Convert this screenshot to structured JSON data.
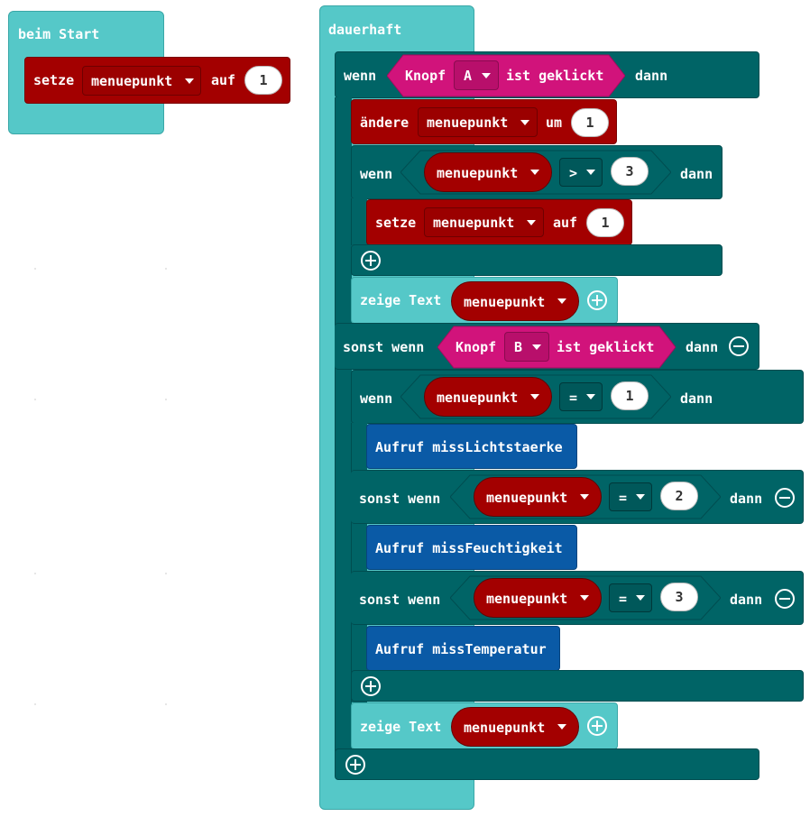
{
  "events": {
    "on_start": "beim Start",
    "forever": "dauerhaft"
  },
  "start_set": {
    "kw": "setze",
    "var": "menuepunkt",
    "to": "auf",
    "value": "1"
  },
  "if_a": {
    "kw": "wenn",
    "btn": "Knopf",
    "key": "A",
    "clicked": "ist geklickt",
    "then": "dann"
  },
  "change": {
    "kw": "ändere",
    "var": "menuepunkt",
    "by": "um",
    "value": "1"
  },
  "if_gt": {
    "kw": "wenn",
    "var": "menuepunkt",
    "op": ">",
    "value": "3",
    "then": "dann"
  },
  "reset_set": {
    "kw": "setze",
    "var": "menuepunkt",
    "to": "auf",
    "value": "1"
  },
  "show1": {
    "kw": "zeige Text",
    "var": "menuepunkt"
  },
  "elif_b": {
    "kw": "sonst wenn",
    "btn": "Knopf",
    "key": "B",
    "clicked": "ist geklickt",
    "then": "dann"
  },
  "cond1": {
    "kw": "wenn",
    "var": "menuepunkt",
    "op": "=",
    "value": "1",
    "then": "dann"
  },
  "call1": {
    "text": "Aufruf missLichtstaerke"
  },
  "cond2": {
    "kw": "sonst wenn",
    "var": "menuepunkt",
    "op": "=",
    "value": "2",
    "then": "dann"
  },
  "call2": {
    "text": "Aufruf missFeuchtigkeit"
  },
  "cond3": {
    "kw": "sonst wenn",
    "var": "menuepunkt",
    "op": "=",
    "value": "3",
    "then": "dann"
  },
  "call3": {
    "text": "Aufruf missTemperatur"
  },
  "show2": {
    "kw": "zeige Text",
    "var": "menuepunkt"
  },
  "icons": {
    "add": "plus-circle-icon",
    "remove": "minus-circle-icon",
    "dropdown": "caret-down-icon"
  },
  "colors": {
    "event_teal": "#55c8c8",
    "logic_teal": "#006466",
    "variable_red": "#a30000",
    "input_magenta": "#d1137b",
    "function_blue": "#0a5aa6"
  }
}
